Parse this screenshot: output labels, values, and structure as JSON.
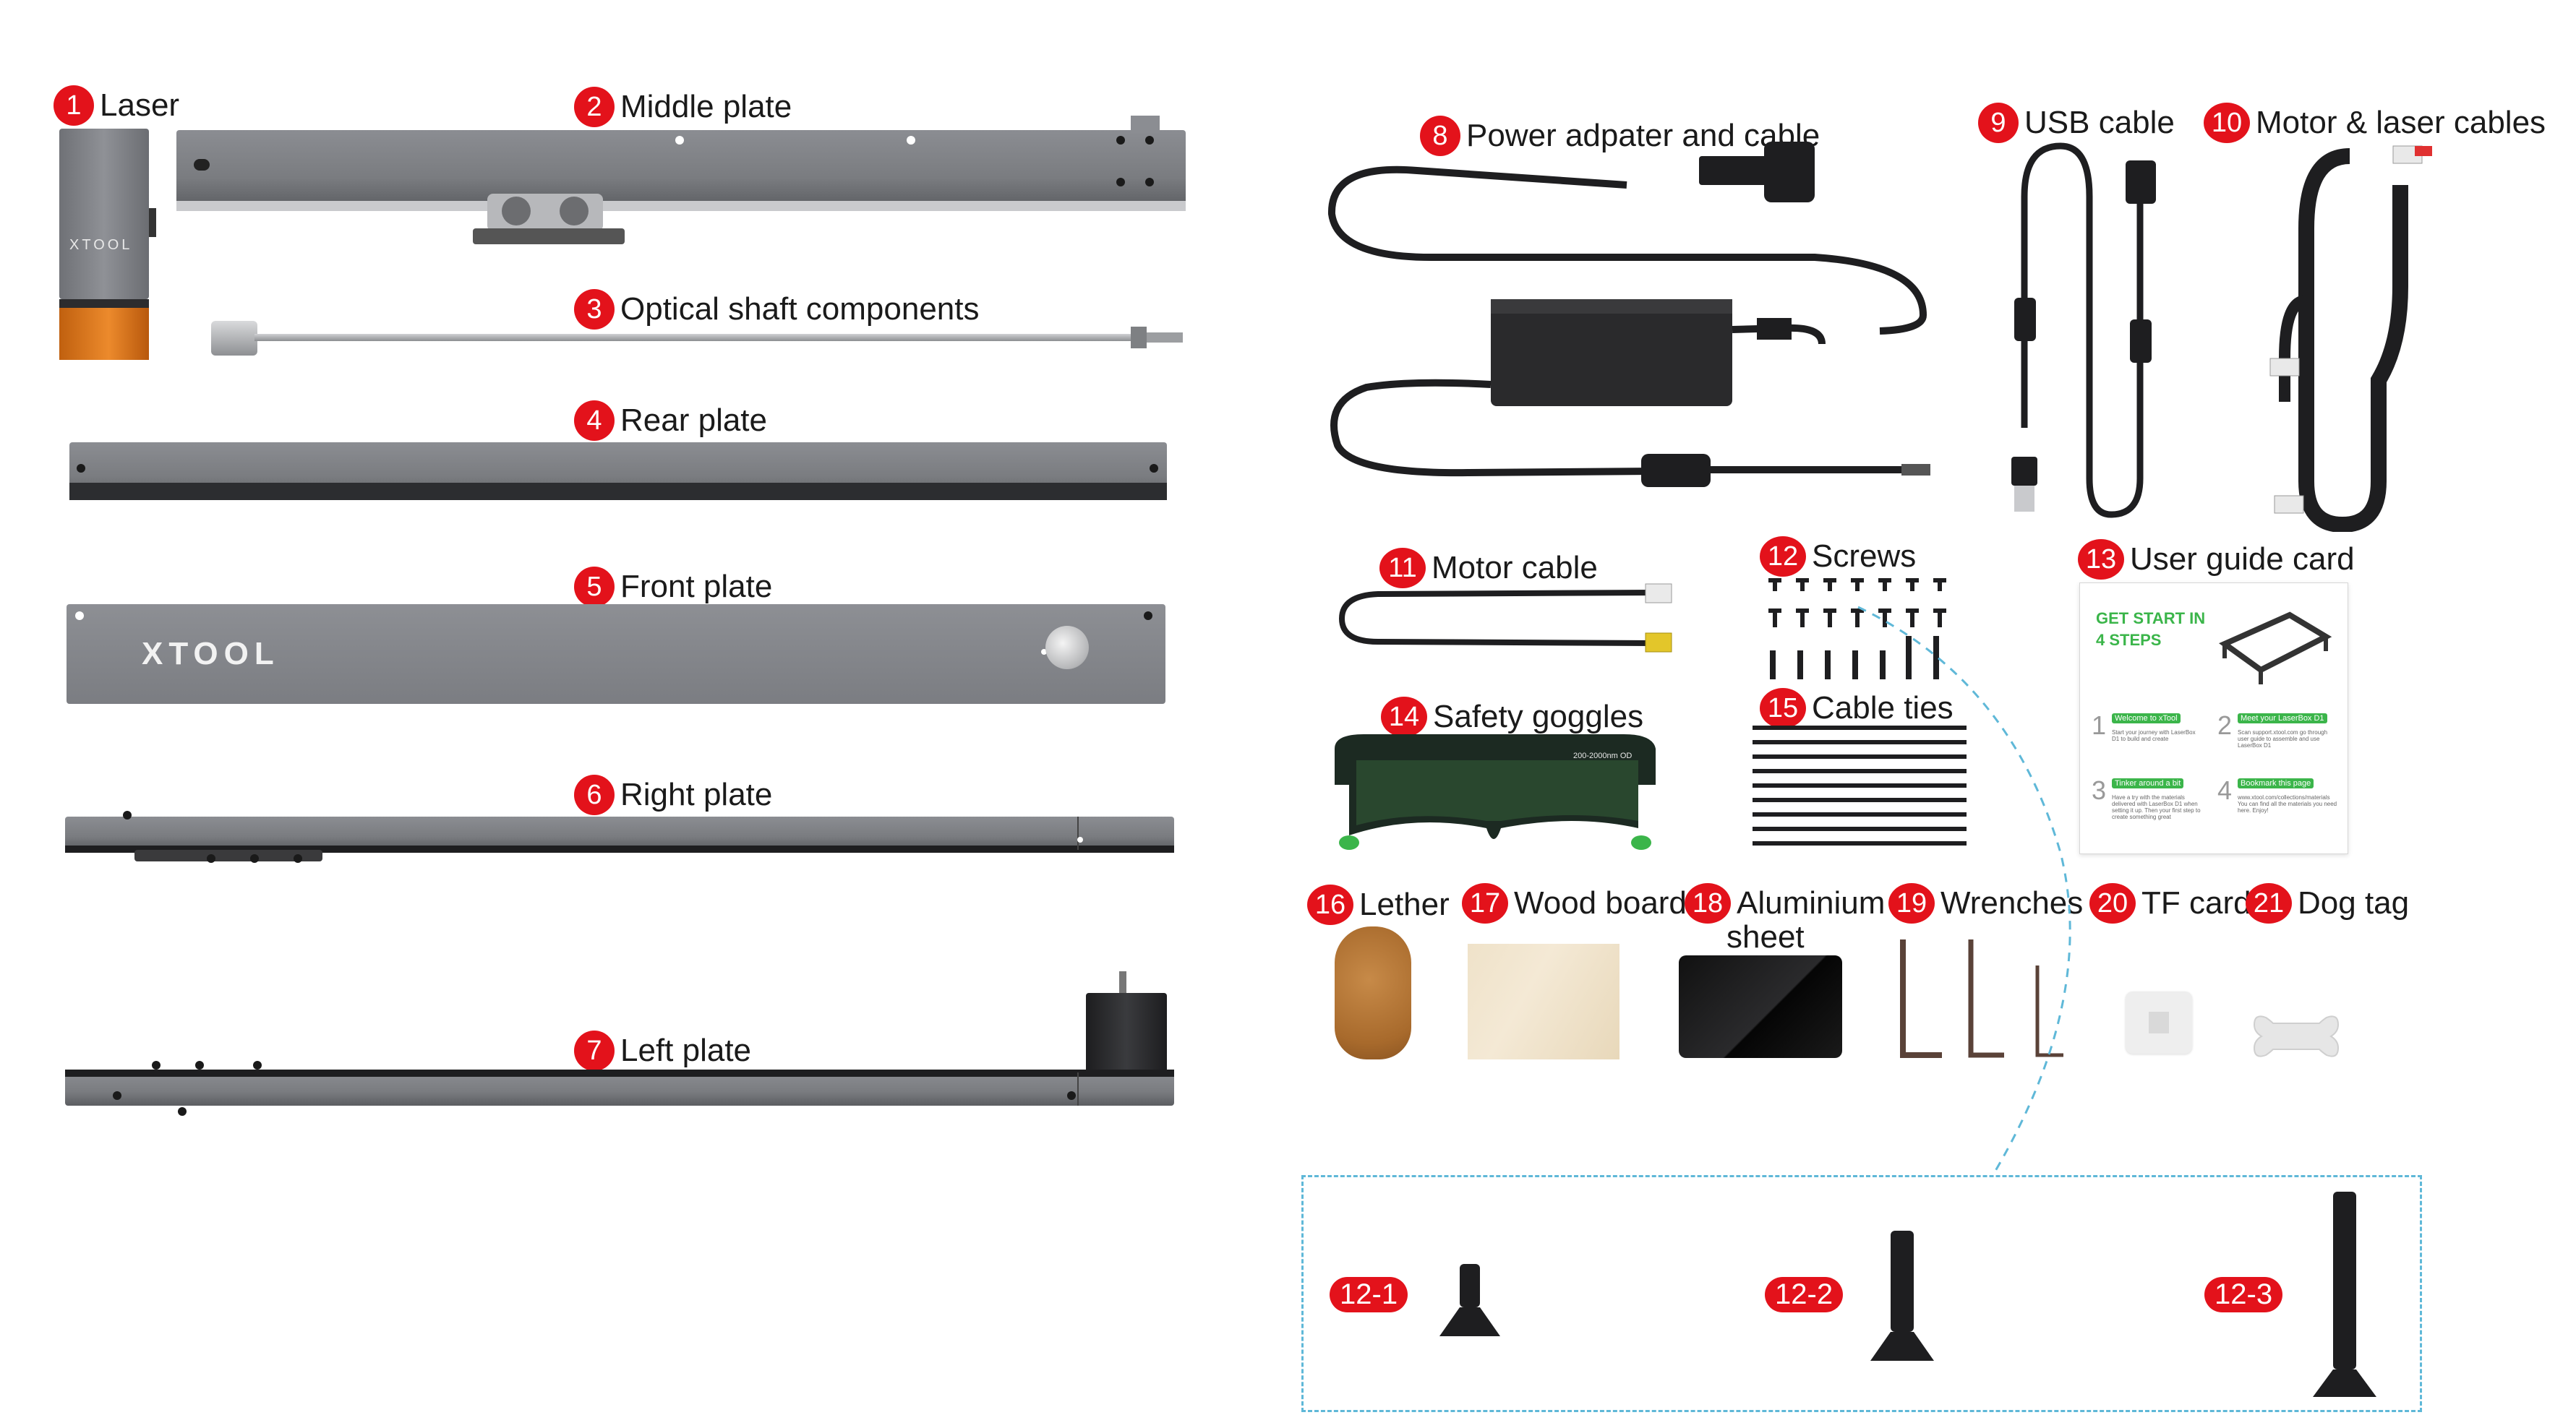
{
  "labels": {
    "l1": {
      "num": "1",
      "text": "Laser"
    },
    "l2": {
      "num": "2",
      "text": "Middle plate"
    },
    "l3": {
      "num": "3",
      "text": "Optical shaft components"
    },
    "l4": {
      "num": "4",
      "text": "Rear plate"
    },
    "l5": {
      "num": "5",
      "text": "Front plate"
    },
    "l6": {
      "num": "6",
      "text": "Right plate"
    },
    "l7": {
      "num": "7",
      "text": "Left plate"
    },
    "l8": {
      "num": "8",
      "text": "Power adpater and cable"
    },
    "l9": {
      "num": "9",
      "text": "USB cable"
    },
    "l10": {
      "num": "10",
      "text": "Motor & laser cables"
    },
    "l11": {
      "num": "11",
      "text": "Motor cable"
    },
    "l12": {
      "num": "12",
      "text": "Screws"
    },
    "l13": {
      "num": "13",
      "text": "User guide card"
    },
    "l14": {
      "num": "14",
      "text": "Safety goggles"
    },
    "l15": {
      "num": "15",
      "text": "Cable ties"
    },
    "l16": {
      "num": "16",
      "text": "Lether"
    },
    "l17": {
      "num": "17",
      "text": "Wood board"
    },
    "l18": {
      "num": "18",
      "text": "Aluminium",
      "text2": "sheet"
    },
    "l19": {
      "num": "19",
      "text": "Wrenches"
    },
    "l20": {
      "num": "20",
      "text": "TF card"
    },
    "l21": {
      "num": "21",
      "text": "Dog tag"
    }
  },
  "screw_detail": [
    "12-1",
    "12-2",
    "12-3"
  ],
  "brand": {
    "laser_text": "XTOOL",
    "front_plate_text": "XTOOL"
  },
  "goggles_text": "200-2000nm OD",
  "guide_card": {
    "headline1": "GET START IN",
    "headline2": "4 STEPS",
    "steps": [
      {
        "n": "1",
        "tag": "Welcome to xTool",
        "body": "Start your journey with LaserBox D1 to build and create"
      },
      {
        "n": "2",
        "tag": "Meet your LaserBox D1",
        "body": "Scan support.xtool.com go through user guide to assemble and use LaserBox D1"
      },
      {
        "n": "3",
        "tag": "Tinker around a bit",
        "body": "Have a try with the materials delivered with LaserBox D1 when setting it up. Then your first step to create something great"
      },
      {
        "n": "4",
        "tag": "Bookmark this page",
        "body": "www.xtool.com/collections/materials You can find all the materials you need here. Enjoy!"
      }
    ]
  },
  "colors": {
    "badge": "#e3121b",
    "accent_green": "#3bb54a",
    "dashed_line": "#5fb8d8",
    "laser_orange": "#e07a1f"
  }
}
